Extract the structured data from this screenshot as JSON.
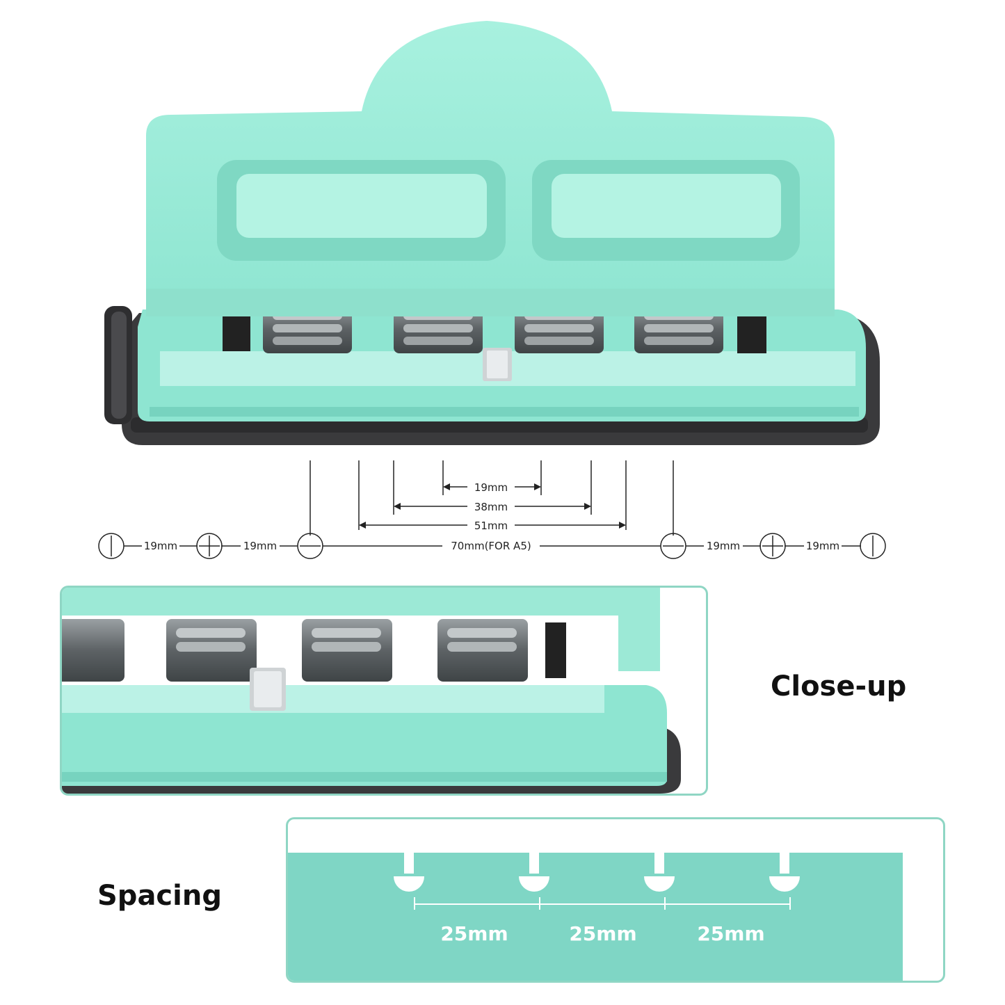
{
  "colors": {
    "mint": "#8fe6d2",
    "mint_light": "#b6f2e3",
    "mint_panel": "#7fd6c5",
    "frame_border": "#8fd6c4",
    "base_dark": "#3a3a3c",
    "steel": "#6b7073"
  },
  "dimensions": {
    "inner_19": "19mm",
    "inner_38": "38mm",
    "inner_51": "51mm",
    "main_span": "70mm(FOR A5)",
    "left_gap_1": "19mm",
    "left_gap_2": "19mm",
    "right_gap_1": "19mm",
    "right_gap_2": "19mm"
  },
  "labels": {
    "closeup": "Close-up",
    "spacing": "Spacing"
  },
  "spacing": {
    "gap_1": "25mm",
    "gap_2": "25mm",
    "gap_3": "25mm"
  }
}
